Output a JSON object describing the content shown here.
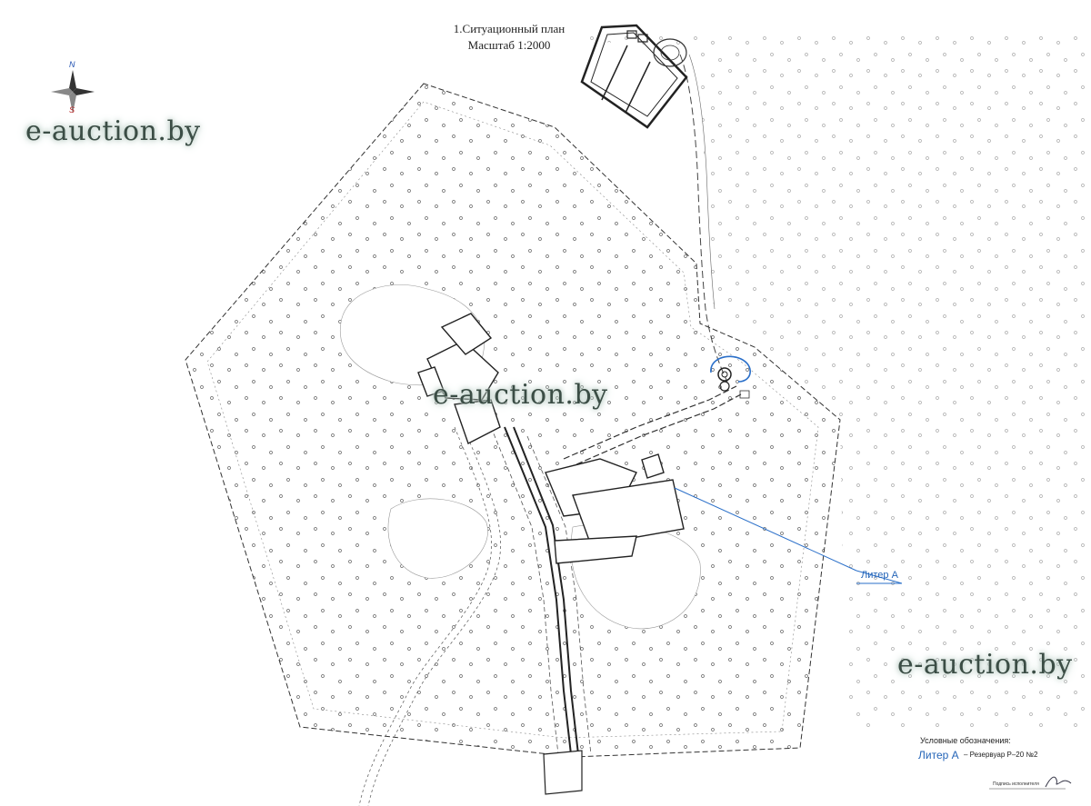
{
  "title": {
    "line1": "1.Ситуационный план",
    "line2": "Масштаб 1:2000"
  },
  "compass": {
    "north": "N",
    "south": "S"
  },
  "watermark": "e-auction.by",
  "callout": {
    "label": "Литер А"
  },
  "legend": {
    "title": "Условные обозначения:",
    "item_label": "Литер А",
    "item_desc": "–  Резервуар  Р–20  №2"
  },
  "signature": {
    "label": "Подпись исполнителя"
  },
  "colors": {
    "line": "#333333",
    "highlight": "#2a6fc9",
    "tree": "#555555"
  }
}
